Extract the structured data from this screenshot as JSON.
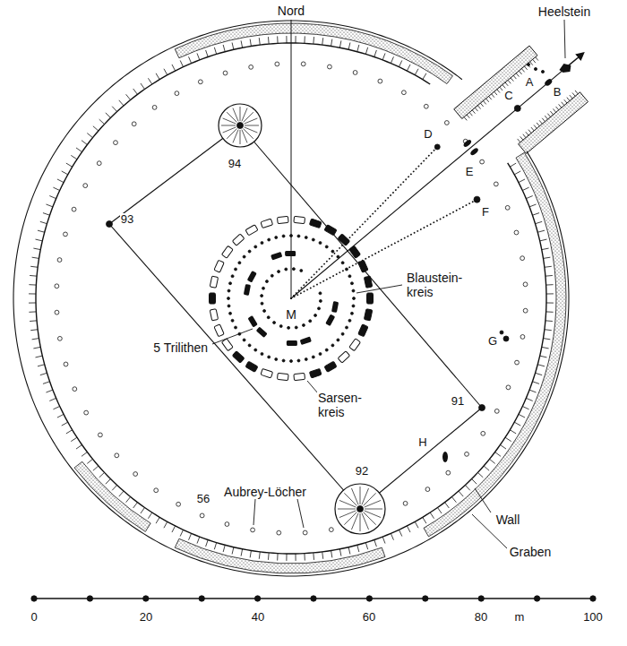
{
  "diagram": {
    "labels": [
      "Nord",
      "Heelstein",
      "A",
      "B",
      "C",
      "D",
      "E",
      "F",
      "G",
      "H",
      "93",
      "94",
      "91",
      "92",
      "M",
      "Blaustein- kreis",
      "5 Trilithen",
      "Sarsen- kreis",
      "56",
      "Aubrey-Löcher",
      "Wall",
      "Graben",
      "0",
      "20",
      "40",
      "60",
      "80",
      "m",
      "100"
    ]
  }
}
